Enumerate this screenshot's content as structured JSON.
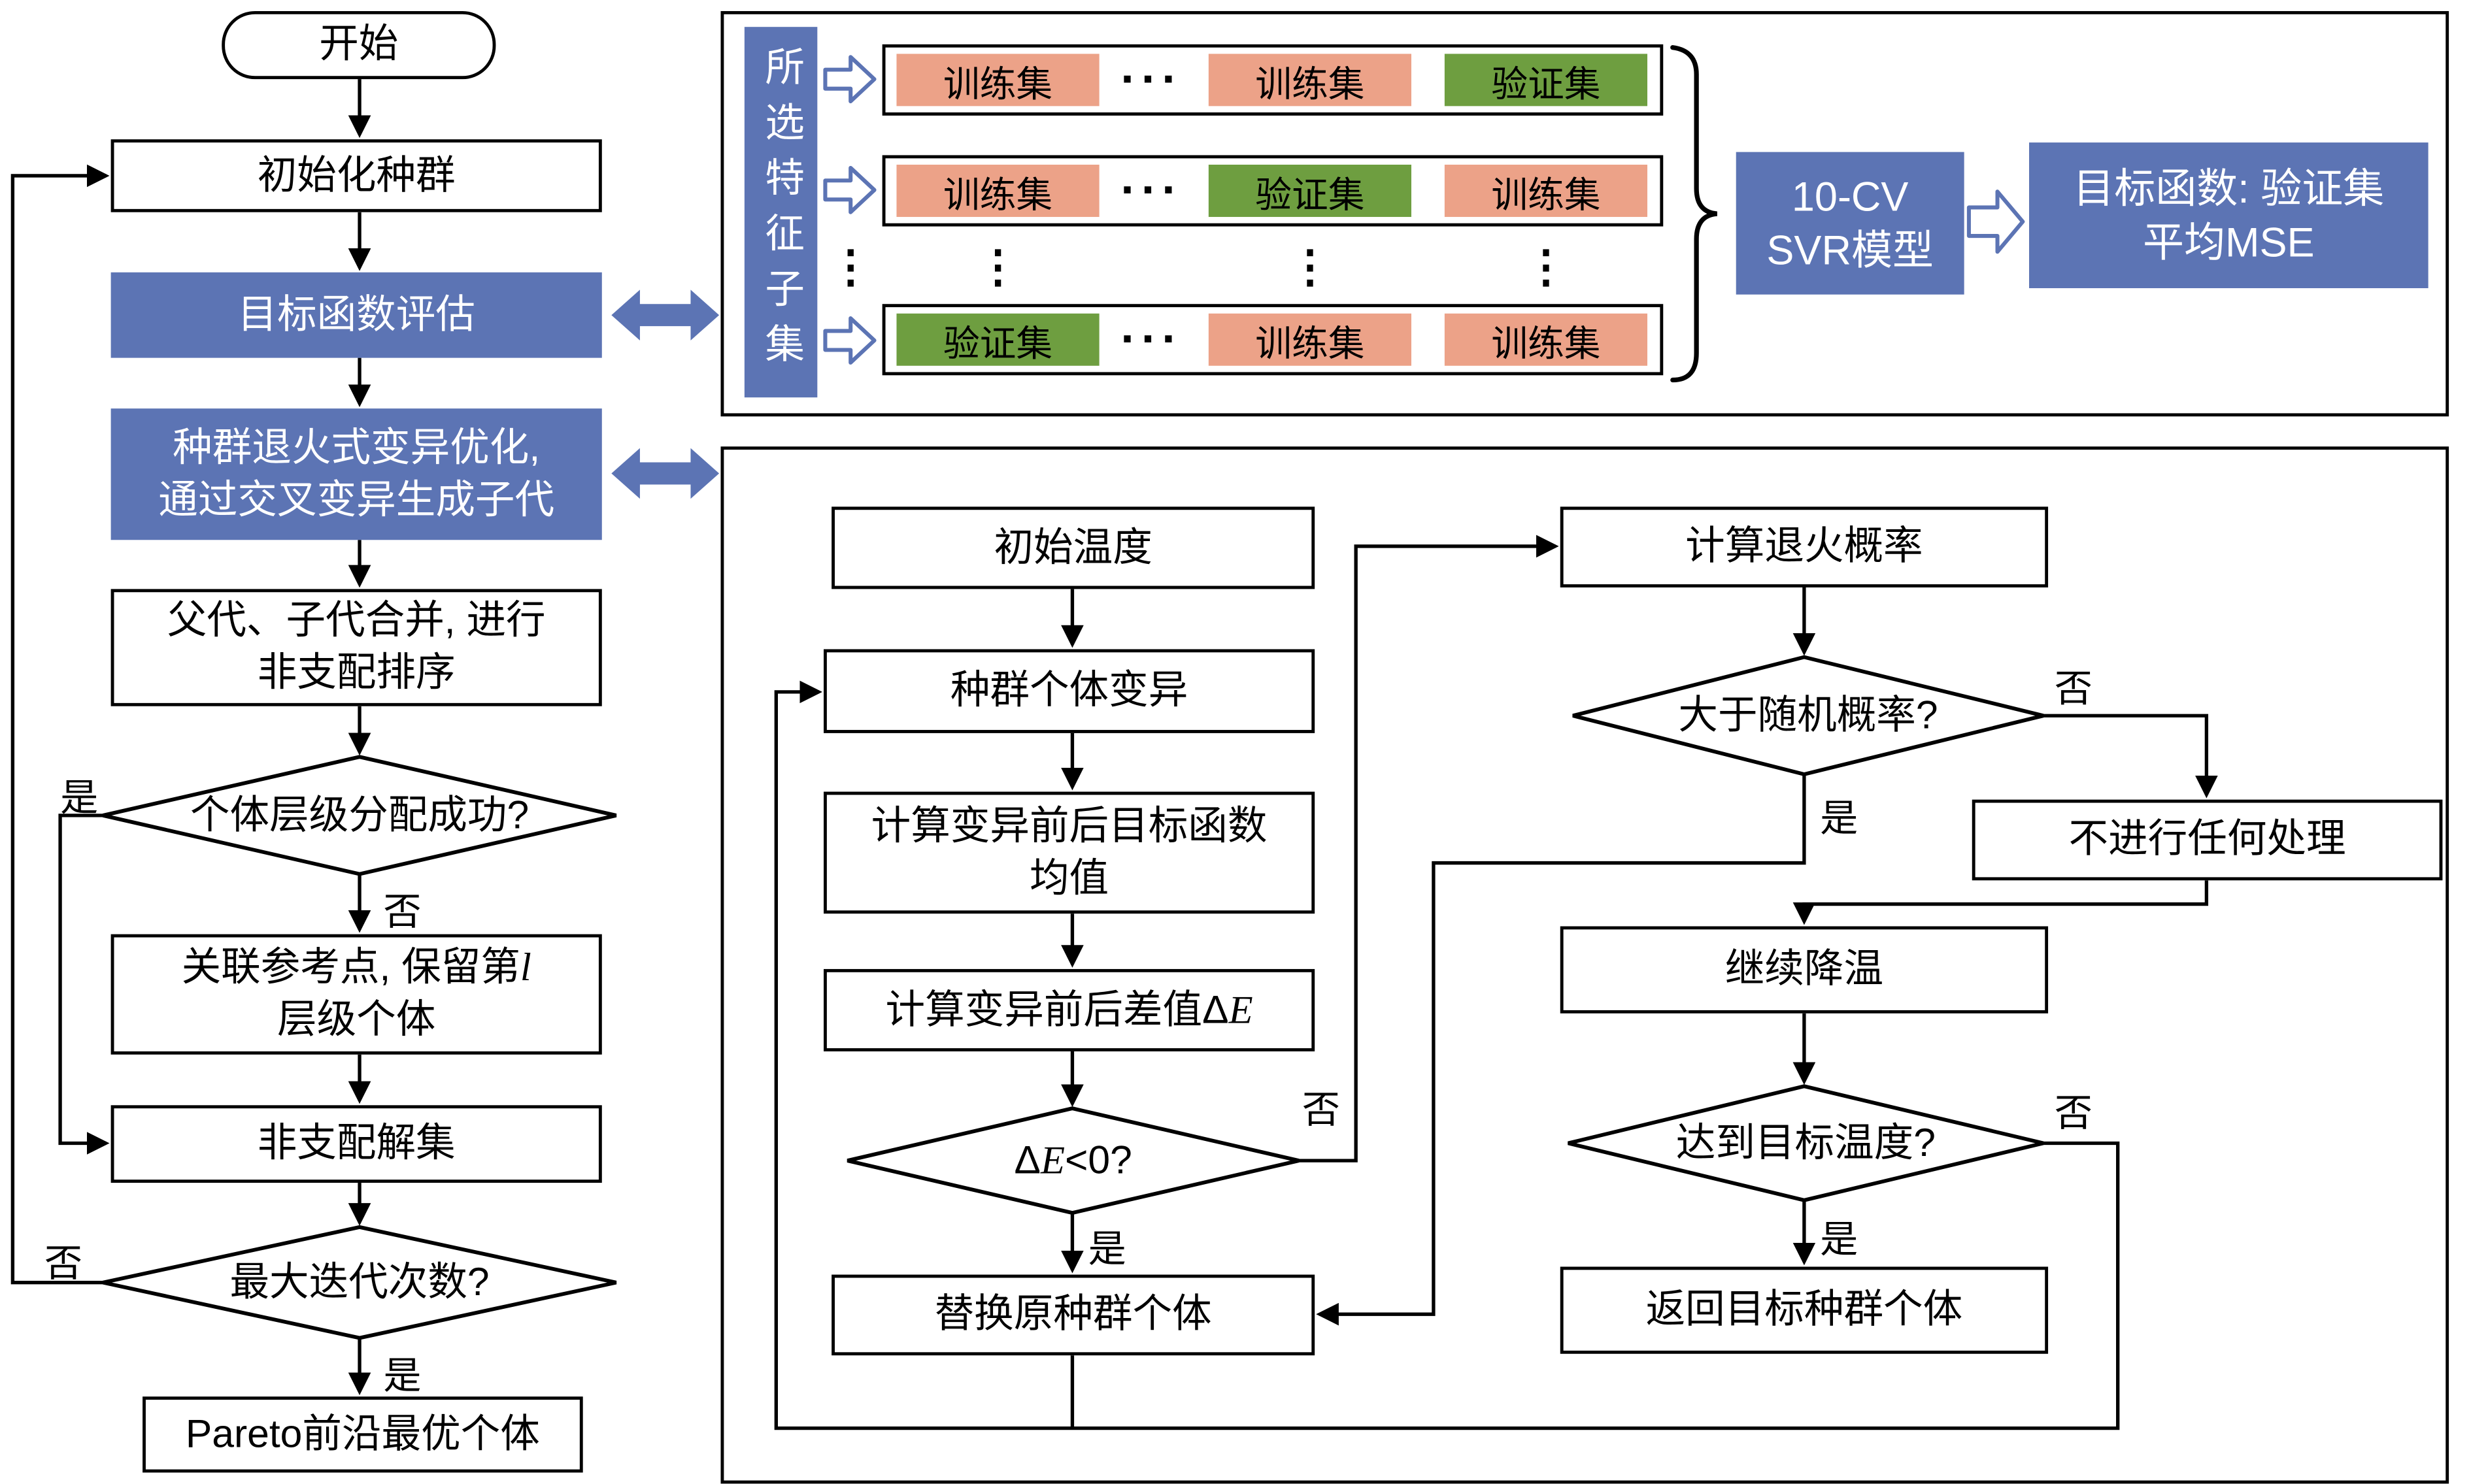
{
  "colors": {
    "accent_blue": "#5C74B4",
    "train_orange": "#ECA288",
    "valid_green": "#6E9E40"
  },
  "labels": {
    "yes": "是",
    "no": "否"
  },
  "main_flow": {
    "start": "开始",
    "init_population": "初始化种群",
    "objective_eval": "目标函数评估",
    "anneal_mutation_lines": [
      "种群退火式变异优化,",
      "通过交叉变异生成子代"
    ],
    "merge_sort_lines": [
      "父代、子代合并, 进行",
      "非支配排序"
    ],
    "level_alloc_q": "个体层级分配成功?",
    "assoc_ref_prefix": "关联参考点, 保留第",
    "assoc_ref_var": "l",
    "assoc_ref_line2": "层级个体",
    "nds_set": "非支配解集",
    "max_iter_q": "最大迭代次数?",
    "pareto": "Pareto前沿最优个体"
  },
  "cv_panel": {
    "feature_subset": "所选特征子集",
    "ellipsis_h": "···",
    "ellipsis_v": "⋮",
    "rows": [
      {
        "cells": [
          {
            "label": "训练集",
            "type": "train"
          },
          {
            "label": "训练集",
            "type": "train"
          },
          {
            "label": "验证集",
            "type": "valid"
          }
        ]
      },
      {
        "cells": [
          {
            "label": "训练集",
            "type": "train"
          },
          {
            "label": "验证集",
            "type": "valid"
          },
          {
            "label": "训练集",
            "type": "train"
          }
        ]
      },
      {
        "cells": [
          {
            "label": "验证集",
            "type": "valid"
          },
          {
            "label": "训练集",
            "type": "train"
          },
          {
            "label": "训练集",
            "type": "train"
          }
        ]
      }
    ],
    "model_lines": [
      "10-CV",
      "SVR模型"
    ],
    "objective_lines": [
      "目标函数: 验证集",
      "平均MSE"
    ]
  },
  "sa_panel": {
    "init_temp": "初始温度",
    "mutate": "种群个体变异",
    "mean_lines": [
      "计算变异前后目标函数",
      "均值"
    ],
    "diff_prefix": "计算变异前后差值Δ",
    "diff_var": "E",
    "de_delta": "Δ",
    "de_var": "E",
    "de_suffix": "<0?",
    "calc_prob": "计算退火概率",
    "rand_q": "大于随机概率?",
    "no_action": "不进行任何处理",
    "cooling": "继续降温",
    "temp_q": "达到目标温度?",
    "return_ind": "返回目标种群个体",
    "replace": "替换原种群个体"
  }
}
